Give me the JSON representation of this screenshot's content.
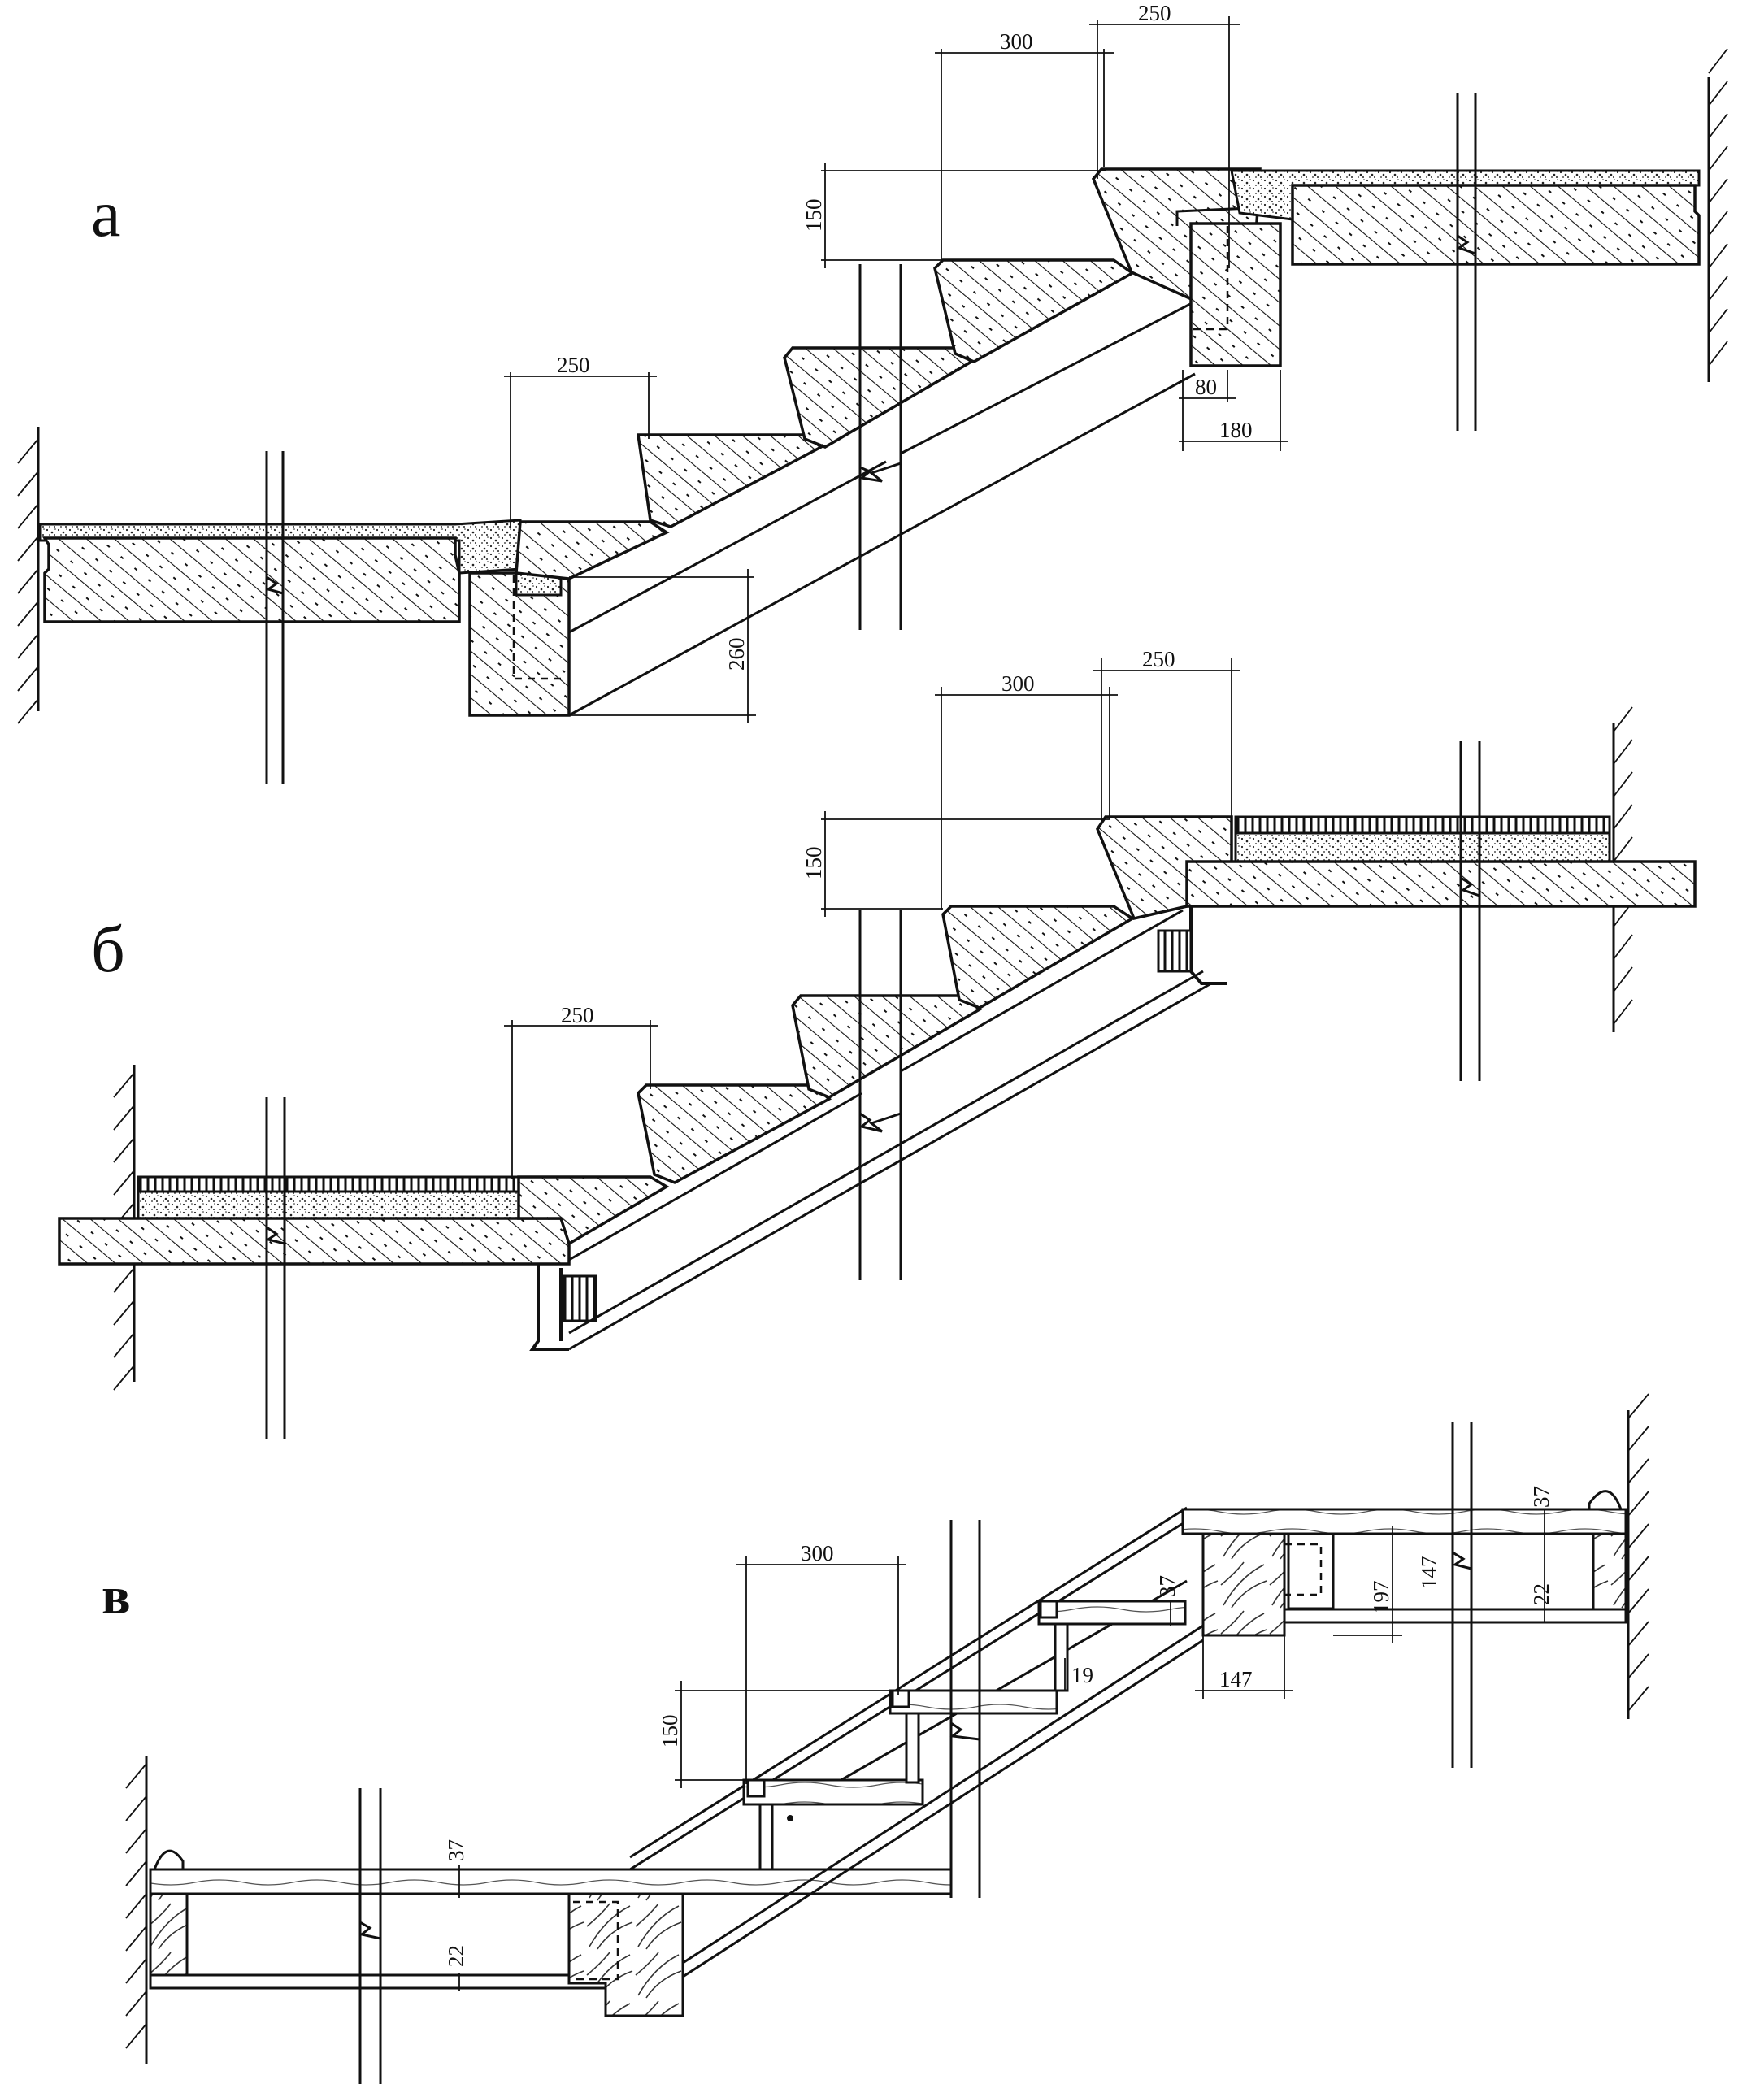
{
  "panels": [
    {
      "label": "а"
    },
    {
      "label": "б"
    },
    {
      "label": "в"
    }
  ],
  "dimensions": {
    "a": {
      "tread_300": "300",
      "nosing_250_top": "250",
      "riser_150": "150",
      "nosing_250_bottom": "250",
      "depth_260": "260",
      "bearing_80": "80",
      "beam_180": "180"
    },
    "b": {
      "tread_300": "300",
      "nosing_250_top": "250",
      "riser_150": "150",
      "nosing_250_bottom": "250"
    },
    "c": {
      "tread_300": "300",
      "riser_150": "150",
      "board_37_a": "37",
      "board_37_b": "37",
      "board_37_c": "37",
      "riser_19": "19",
      "beam_147_w": "147",
      "beam_147_h": "147",
      "joist_197": "197",
      "ceiling_22_a": "22",
      "ceiling_22_b": "22"
    }
  }
}
